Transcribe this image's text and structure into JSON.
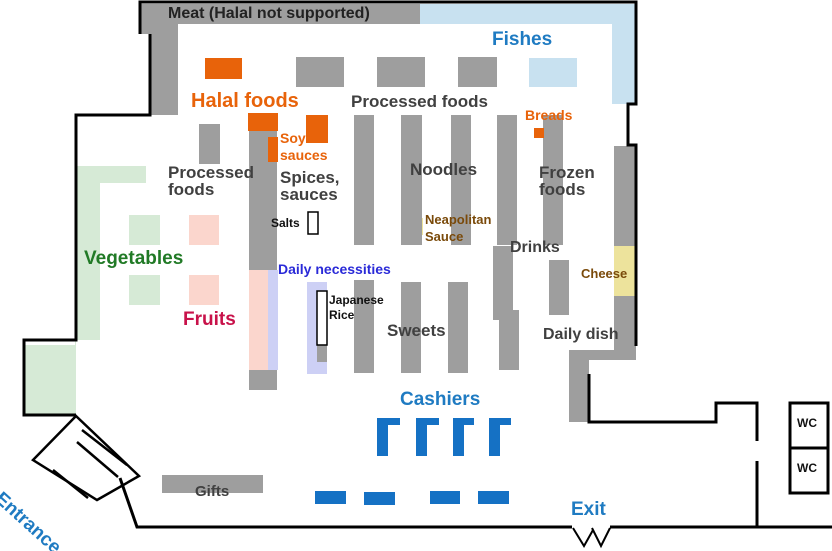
{
  "labels": {
    "meat": "Meat (Halal not supported)",
    "fishes": "Fishes",
    "halal_foods": "Halal foods",
    "processed_foods_top": "Processed foods",
    "breads": "Breads",
    "soy": "Soy",
    "sauces_orange": "sauces",
    "processed_left_1": "Processed",
    "processed_left_2": "foods",
    "spices_1": "Spices,",
    "spices_2": "sauces",
    "noodles": "Noodles",
    "frozen_1": "Frozen",
    "frozen_2": "foods",
    "salts": "Salts",
    "neapolitan_1": "Neapolitan",
    "neapolitan_2": "Sauce",
    "drinks": "Drinks",
    "vegetables": "Vegetables",
    "daily_necessities": "Daily necessities",
    "cheese": "Cheese",
    "japanese_1": "Japanese",
    "japanese_2": "Rice",
    "fruits": "Fruits",
    "sweets": "Sweets",
    "daily_dish": "Daily dish",
    "cashiers": "Cashiers",
    "gifts": "Gifts",
    "exit": "Exit",
    "entrance": "Entrance",
    "wc_1": "WC",
    "wc_2": "WC"
  },
  "colors": {
    "wall": "#000000",
    "shelf": "#9e9e9e",
    "halal": "#e8630a",
    "fish_area": "#c8e1f0",
    "vegetable_area": "#d6ead6",
    "fruit_area": "#fbd6cd",
    "daily_necessities_area": "#cdd0f5",
    "cheese_area": "#ede39c",
    "cashier": "#1571c4"
  }
}
